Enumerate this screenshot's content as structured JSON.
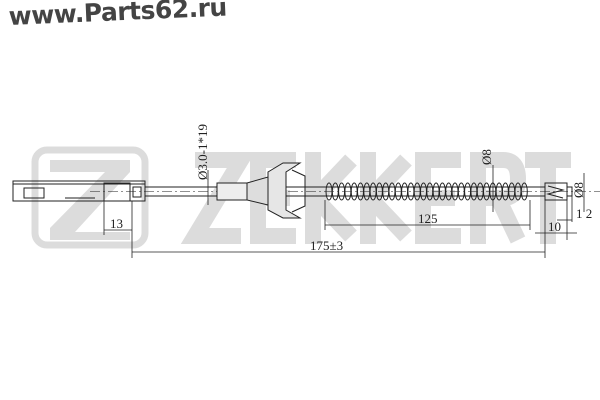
{
  "watermark": "www.Parts62.ru",
  "logo": "ZEKKERT",
  "dimensions": {
    "wire_diameter": "Ø3.0-1*19",
    "spring_diameter": "Ø8",
    "end_diameter": "Ø8",
    "connector_length": "13",
    "total_length": "175±3",
    "spring_length": "125",
    "end_length": "10",
    "end_offset": "1 2"
  },
  "colors": {
    "line": "#222222",
    "logo": "#dcdcdc",
    "watermark": "#444444"
  }
}
